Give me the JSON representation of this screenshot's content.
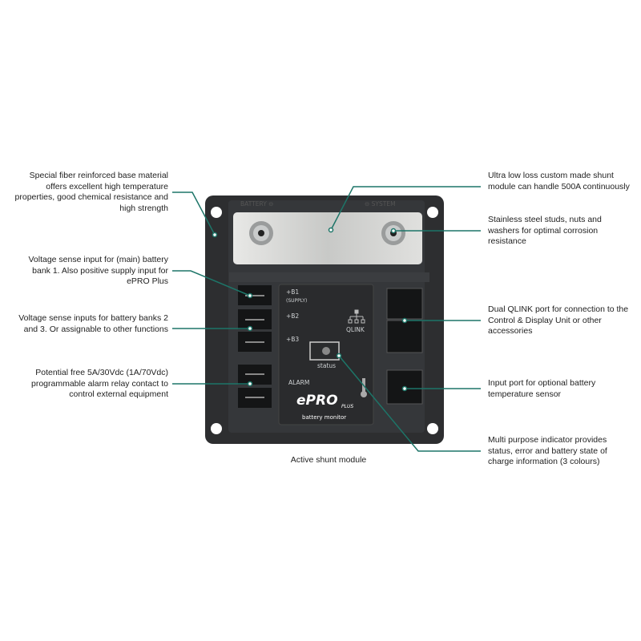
{
  "annotations_left": [
    "Special fiber reinforced base material offers excellent high temperature properties, good chemical resistance and high strength",
    "Voltage sense input for (main) battery bank 1. Also positive supply input for ePRO Plus",
    "Voltage sense inputs for battery banks 2 and 3. Or assignable to other functions",
    "Potential free 5A/30Vdc (1A/70Vdc) programmable alarm relay contact to control external equipment"
  ],
  "annotations_right": [
    "Ultra low loss custom made shunt module can handle 500A continuously",
    "Stainless steel studs, nuts and washers for optimal corrosion resistance",
    "Dual QLINK port for connection to the Control & Display Unit or other accessories",
    "Input port for optional battery temperature sensor",
    "Multi purpose indicator provides status, error and battery state of charge information (3 colours)"
  ],
  "device": {
    "battery_label": "BATTERY ⊖",
    "system_label": "⊖ SYSTEM",
    "b1": "+B1",
    "supply": "(SUPPLY)",
    "b2": "+B2",
    "b3": "+B3",
    "alarm": "ALARM",
    "qlink": "QLINK",
    "status": "status",
    "brand": "ePRO",
    "brand_sub": "PLUS",
    "brand_desc": "battery monitor"
  },
  "caption": "Active shunt module",
  "colors": {
    "leader": "#1d7568",
    "plate": "#2d2e30"
  }
}
